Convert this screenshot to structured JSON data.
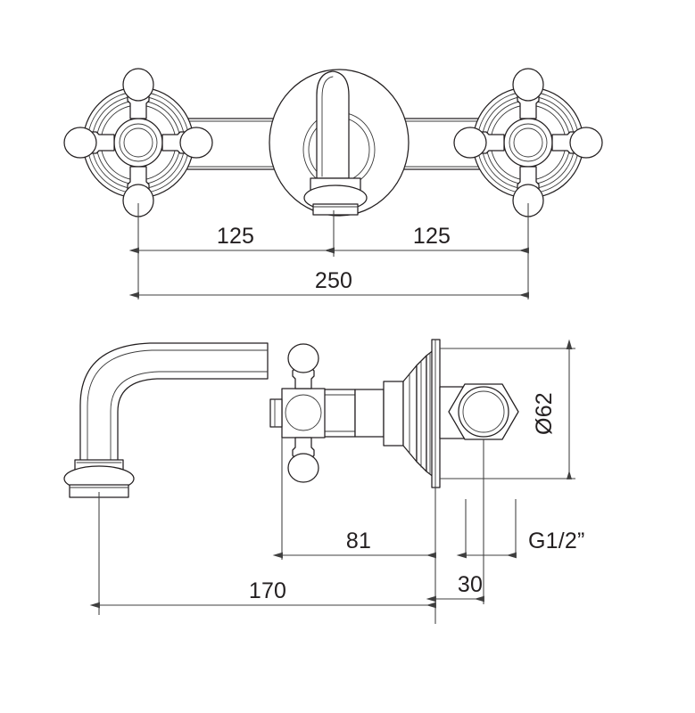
{
  "drawing": {
    "title": "Wall Mounted Basin Mixer Technical Drawing",
    "units": "mm",
    "line_color": "#231f20",
    "dimension_color": "#3f3f3f",
    "background_color": "#ffffff"
  },
  "views": {
    "top": {
      "name": "front-elevation-view",
      "description": "Front elevation showing two cross handles and central spout escutcheon"
    },
    "side": {
      "name": "side-section-view",
      "description": "Side view showing curved spout, cross handle, wall escutcheon and G1/2 inlet"
    }
  },
  "components": {
    "left_handle": "left-cross-handle",
    "right_handle": "right-cross-handle",
    "center_escutcheon": "center-escutcheon",
    "spout": "curved-spout",
    "aerator": "spout-aerator",
    "wall_plate": "wall-plate",
    "hex_nut": "hex-nut-inlet",
    "connecting_bar_left": "left-connecting-bar",
    "connecting_bar_right": "right-connecting-bar"
  },
  "dimensions": {
    "top_view": [
      {
        "id": "dim-125-left",
        "label": "125",
        "value": 125,
        "unit": "mm"
      },
      {
        "id": "dim-125-right",
        "label": "125",
        "value": 125,
        "unit": "mm"
      },
      {
        "id": "dim-250-total",
        "label": "250",
        "value": 250,
        "unit": "mm"
      }
    ],
    "side_view": [
      {
        "id": "dim-diameter-62",
        "label": "Ø62",
        "value": 62,
        "unit": "mm",
        "orientation": "vertical"
      },
      {
        "id": "dim-81",
        "label": "81",
        "value": 81,
        "unit": "mm",
        "orientation": "horizontal"
      },
      {
        "id": "dim-170",
        "label": "170",
        "value": 170,
        "unit": "mm",
        "orientation": "horizontal"
      },
      {
        "id": "dim-30",
        "label": "30",
        "value": 30,
        "unit": "mm",
        "orientation": "horizontal"
      },
      {
        "id": "dim-thread",
        "label": "G1/2”",
        "value": "G1/2\"",
        "unit": "thread",
        "orientation": "leader"
      }
    ]
  }
}
